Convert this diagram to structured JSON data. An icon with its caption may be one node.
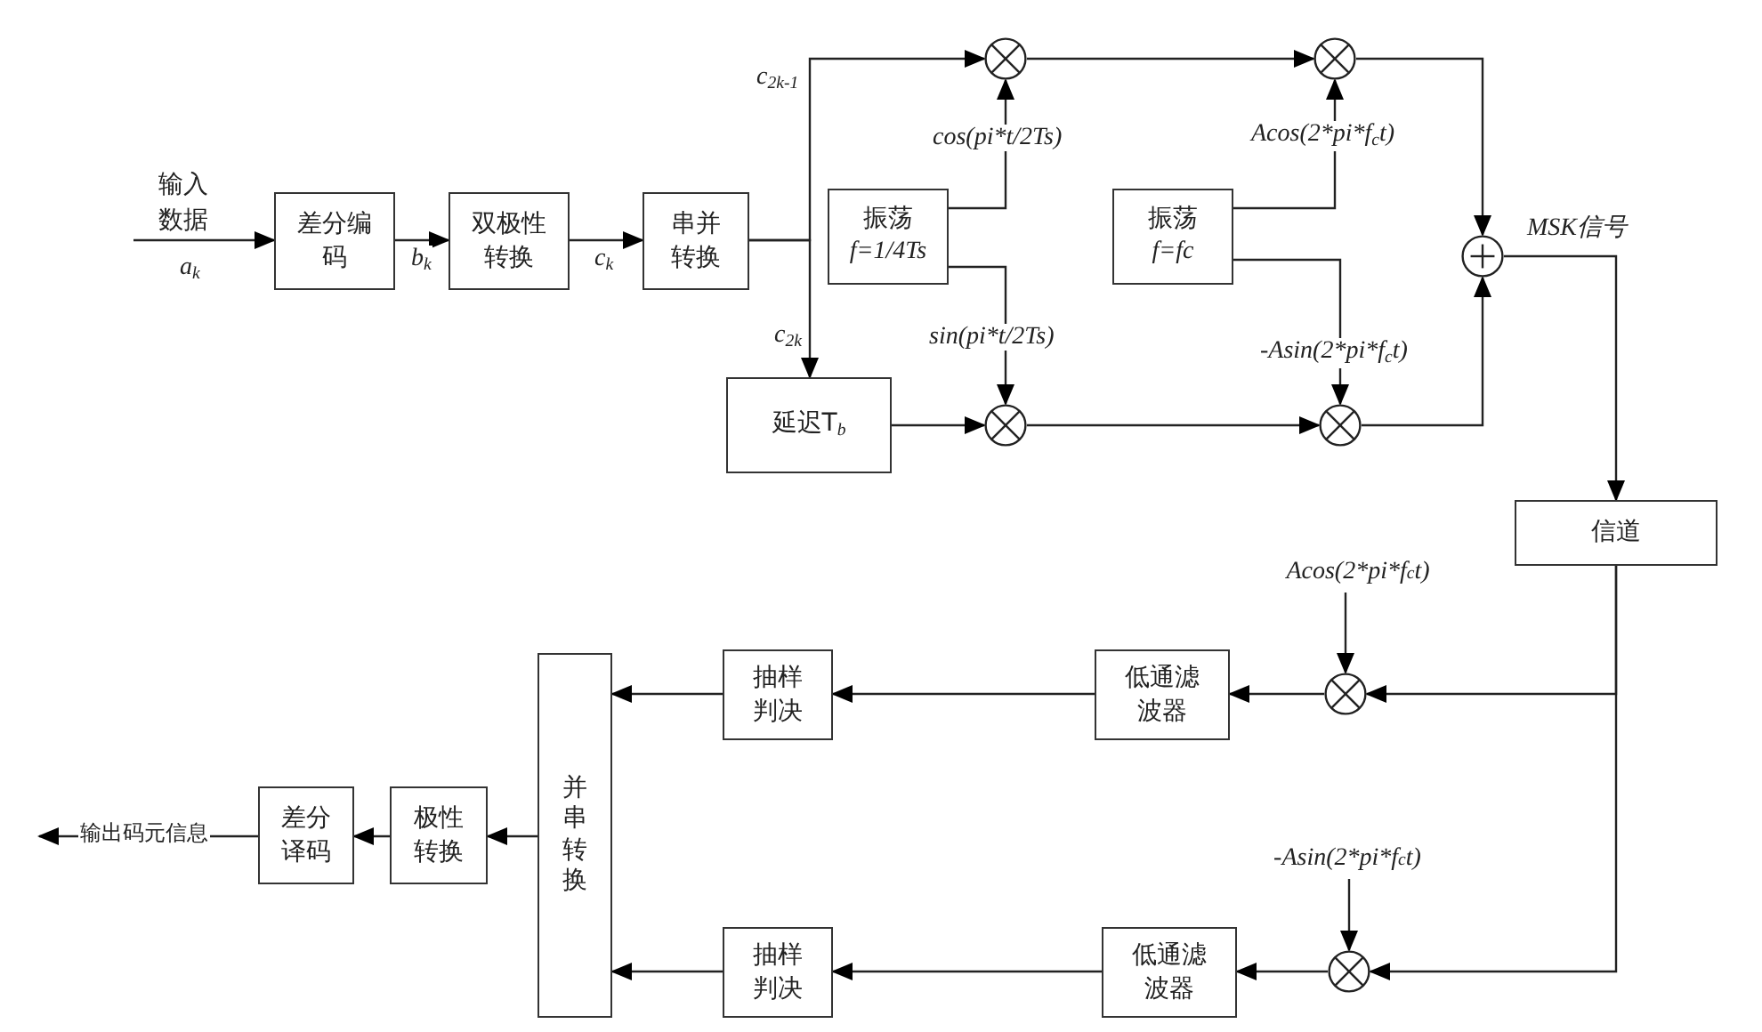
{
  "diagram": {
    "nodes": [
      {
        "text": [
          "差分编码"
        ]
      },
      {
        "text": [
          "双极性转换"
        ]
      },
      {
        "text": [
          "串并转换"
        ]
      },
      {
        "text": [
          "振荡",
          "f=1/4Ts"
        ]
      },
      {
        "text": [
          "延迟T$_{b}$"
        ]
      },
      {
        "text": [],
        "shape": "multiplier"
      },
      {
        "text": [],
        "shape": "multiplier"
      },
      {
        "text": [
          "振荡",
          "f=fc"
        ]
      },
      {
        "text": [],
        "shape": "multiplier"
      },
      {
        "text": [],
        "shape": "multiplier"
      },
      {
        "text": [],
        "shape": "adder"
      },
      {
        "text": [
          "信道"
        ]
      },
      {
        "text": [],
        "shape": "multiplier"
      },
      {
        "text": [],
        "shape": "multiplier"
      },
      {
        "text": [
          "低通滤波器"
        ]
      },
      {
        "text": [
          "低通滤波器"
        ]
      },
      {
        "text": [
          "抽样判决"
        ]
      },
      {
        "text": [
          "抽样判决"
        ]
      },
      {
        "text": [
          "并串转换"
        ]
      },
      {
        "text": [
          "极性转换"
        ]
      },
      {
        "text": [
          "差分译码"
        ]
      },
      {
        "text": [
          "Acos(2*pi*f$_{c}$t)"
        ]
      },
      {
        "text": [
          "-Asin(2*pi*f$_{c}$t)"
        ]
      }
    ],
    "edges": [
      {
        "from": null,
        "to": 0,
        "arrow": "to",
        "label": "输入数据"
      },
      {
        "from": 0,
        "to": 1,
        "arrow": "to",
        "label": "b$_{k}$"
      },
      {
        "from": 1,
        "to": 2,
        "arrow": "to",
        "label": "c$_{k}$"
      },
      {
        "from": 2,
        "to": 5,
        "arrow": "to",
        "label": "c$_{2k-1}$"
      },
      {
        "from": 2,
        "to": 4,
        "arrow": "to",
        "label": "c$_{2k}$"
      },
      {
        "from": 3,
        "to": 5,
        "arrow": "to",
        "label": "cos(pi*t/2Ts)"
      },
      {
        "from": 3,
        "to": 6,
        "arrow": "to",
        "label": "sin(pi*t/2Ts)"
      },
      {
        "from": 4,
        "to": 6,
        "arrow": "to"
      },
      {
        "from": 5,
        "to": 8,
        "arrow": "to"
      },
      {
        "from": 6,
        "to": 9,
        "arrow": "to"
      },
      {
        "from": 7,
        "to": 8,
        "arrow": "to",
        "label": "Acos(2*pi*f$_{c}$t)"
      },
      {
        "from": 7,
        "to": 9,
        "arrow": "to",
        "label": "-Asin(2*pi*f$_{c}$t)"
      },
      {
        "from": 8,
        "to": 10,
        "arrow": "to"
      },
      {
        "from": 9,
        "to": 10,
        "arrow": "to"
      },
      {
        "from": 10,
        "to": 11,
        "arrow": "to",
        "label": "MSK信号"
      },
      {
        "from": 11,
        "to": 12,
        "arrow": "to"
      },
      {
        "from": 11,
        "to": 13,
        "arrow": "to"
      },
      {
        "from": 21,
        "to": 12,
        "arrow": "to"
      },
      {
        "from": 22,
        "to": 13,
        "arrow": "to"
      },
      {
        "from": 12,
        "to": 14,
        "arrow": "to"
      },
      {
        "from": 13,
        "to": 15,
        "arrow": "to"
      },
      {
        "from": 14,
        "to": 16,
        "arrow": "to"
      },
      {
        "from": 15,
        "to": 17,
        "arrow": "to"
      },
      {
        "from": 16,
        "to": 18,
        "arrow": "to"
      },
      {
        "from": 17,
        "to": 18,
        "arrow": "to"
      },
      {
        "from": 18,
        "to": 19,
        "arrow": "to"
      },
      {
        "from": 19,
        "to": 20,
        "arrow": "to"
      },
      {
        "from": 20,
        "to": null,
        "arrow": "to",
        "label": "输出码元信息"
      }
    ],
    "labels": [
      "a$_{k}$"
    ]
  }
}
